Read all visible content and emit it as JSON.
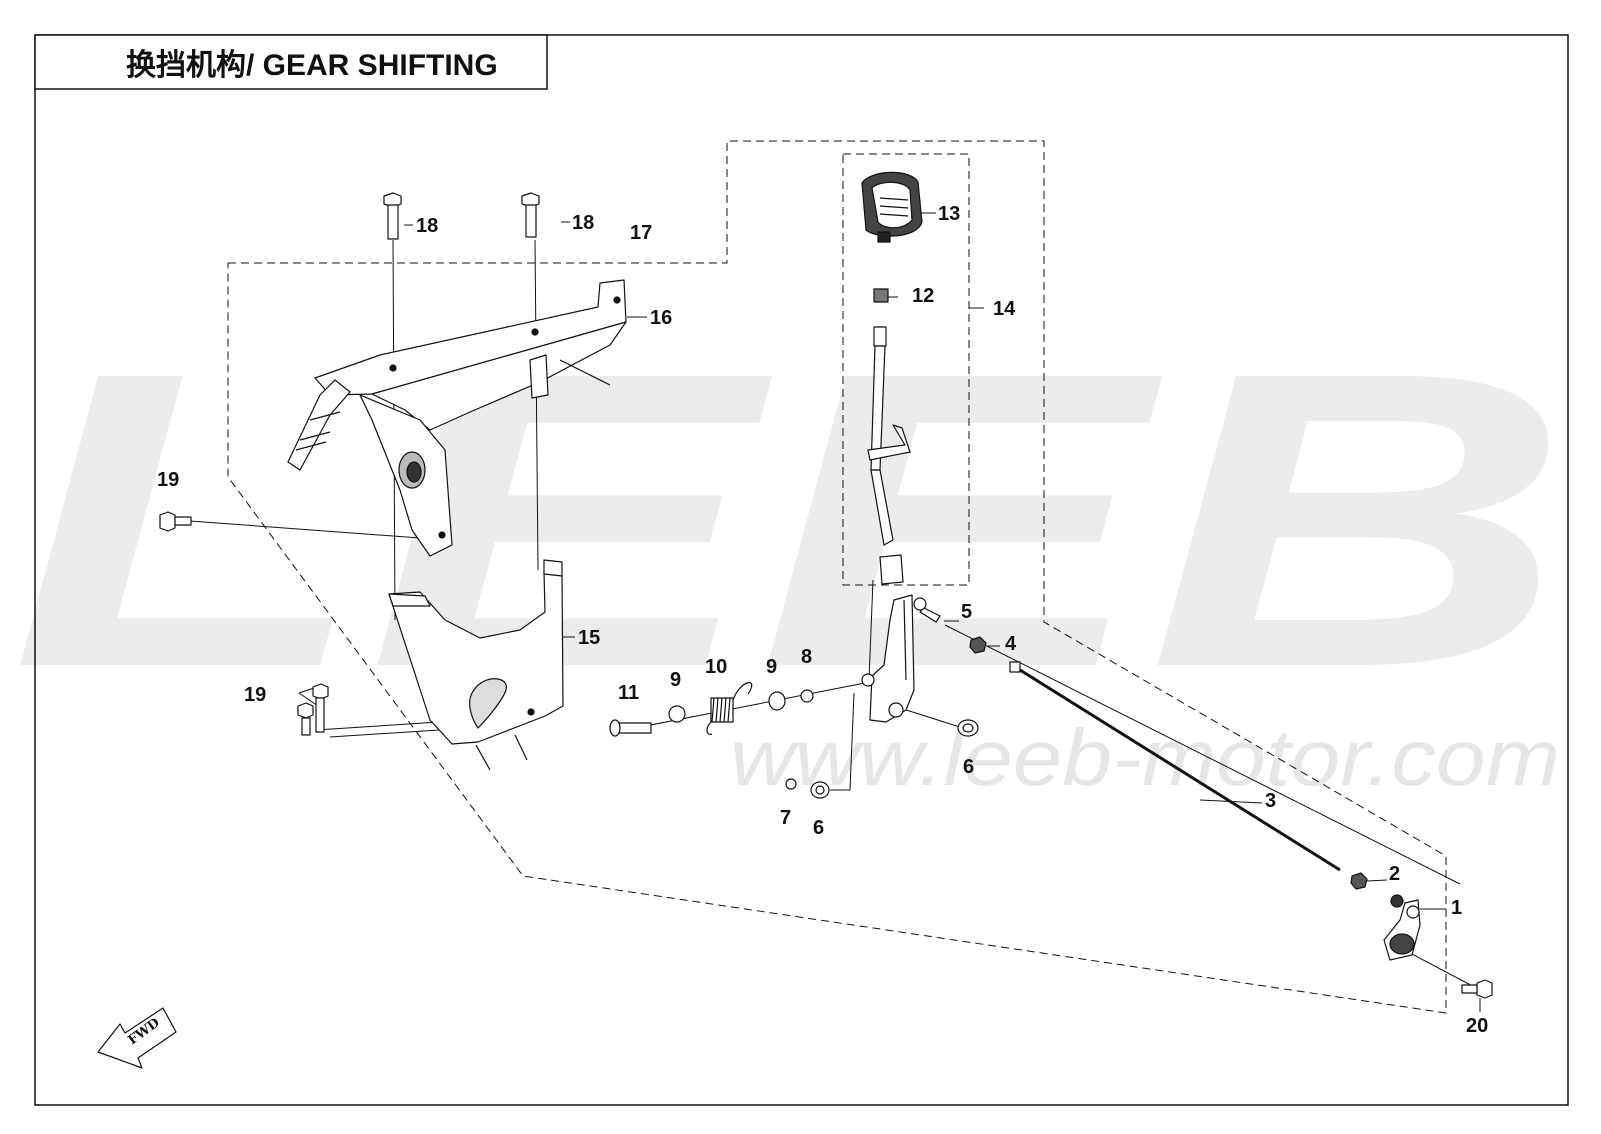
{
  "title": "换挡机构/ GEAR SHIFTING",
  "watermark": {
    "brand": "LEEB",
    "url": "www.leeb-motor.com"
  },
  "direction_label": "FWD",
  "callouts": {
    "c1": "1",
    "c2": "2",
    "c3": "3",
    "c4": "4",
    "c5": "5",
    "c6a": "6",
    "c6b": "6",
    "c7": "7",
    "c8": "8",
    "c9a": "9",
    "c9b": "9",
    "c10": "10",
    "c11": "11",
    "c12": "12",
    "c13": "13",
    "c14": "14",
    "c15": "15",
    "c16": "16",
    "c17": "17",
    "c18a": "18",
    "c18b": "18",
    "c19a": "19",
    "c19b": "19",
    "c20": "20"
  },
  "colors": {
    "line": "#111111",
    "watermark": "#ececec",
    "background": "#ffffff"
  }
}
